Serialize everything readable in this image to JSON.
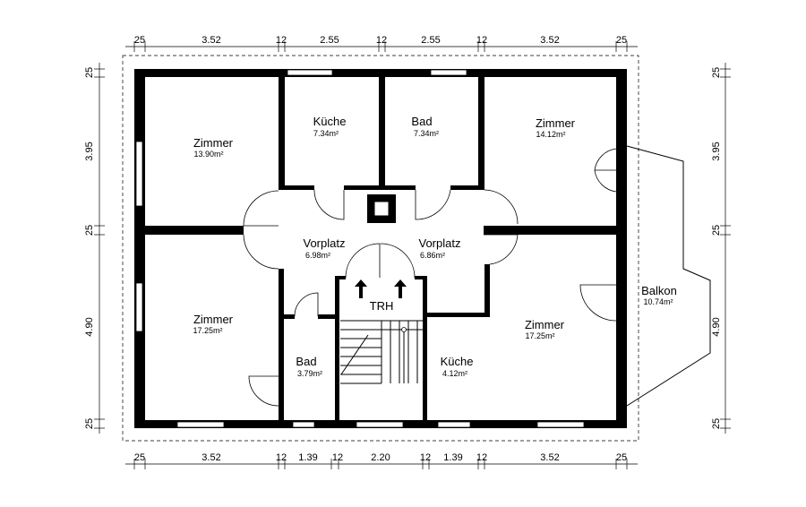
{
  "rooms": [
    {
      "name": "Zimmer",
      "area": "13.90m²"
    },
    {
      "name": "Küche",
      "area": "7.34m²"
    },
    {
      "name": "Bad",
      "area": "7.34m²"
    },
    {
      "name": "Zimmer",
      "area": "14.12m²"
    },
    {
      "name": "Vorplatz",
      "area": "6.98m²"
    },
    {
      "name": "Vorplatz",
      "area": "6.86m²"
    },
    {
      "name": "Zimmer",
      "area": "17.25m²"
    },
    {
      "name": "Bad",
      "area": "3.79m²"
    },
    {
      "name": "Küche",
      "area": "4.12m²"
    },
    {
      "name": "Zimmer",
      "area": "17.25m²"
    },
    {
      "name": "Balkon",
      "area": "10.74m²"
    }
  ],
  "stair_label": "TRH",
  "dims_top": [
    "25",
    "3.52",
    "12",
    "2.55",
    "12",
    "2.55",
    "12",
    "3.52",
    "25"
  ],
  "dims_bottom": [
    "25",
    "3.52",
    "12",
    "1.39",
    "12",
    "2.20",
    "12",
    "1.39",
    "12",
    "3.52",
    "25"
  ],
  "dims_left": [
    "25",
    "3.95",
    "25",
    "4.90",
    "25"
  ],
  "dims_right": [
    "25",
    "3.95",
    "25",
    "4.90",
    "25"
  ]
}
